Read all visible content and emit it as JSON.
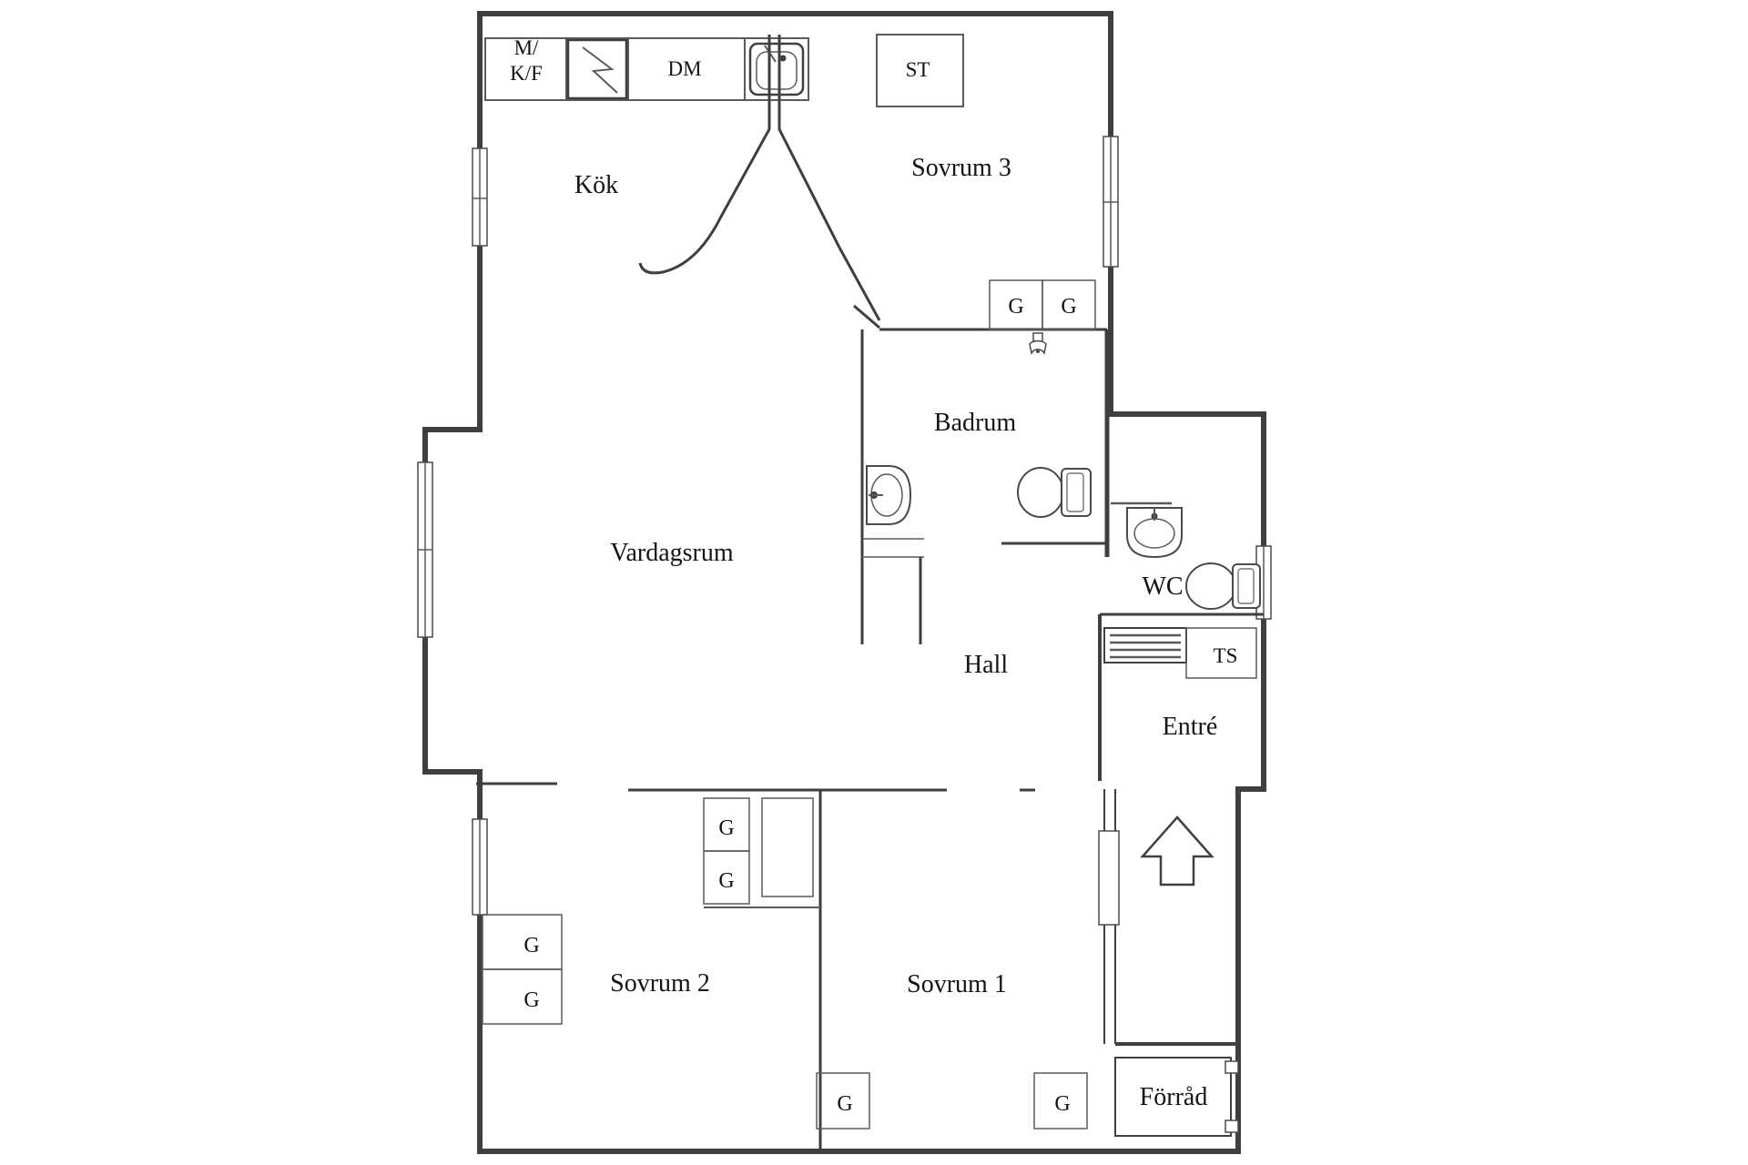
{
  "floorplan": {
    "background_color": "#ffffff",
    "wall_color": "#3f3f3f",
    "text_color": "#141414",
    "rooms": {
      "kitchen": "Kök",
      "bedroom3": "Sovrum 3",
      "bathroom": "Badrum",
      "living_room": "Vardagsrum",
      "wc": "WC",
      "hall": "Hall",
      "entry": "Entré",
      "bedroom2": "Sovrum 2",
      "bedroom1": "Sovrum 1",
      "storage": "Förråd"
    },
    "appliances": {
      "fridge_line1": "M/",
      "fridge_line2": "K/F",
      "dishwasher": "DM",
      "cleaning_closet": "ST",
      "drying_cabinet": "TS"
    },
    "wardrobes": [
      "G",
      "G",
      "G",
      "G",
      "G",
      "G",
      "G",
      "G"
    ],
    "symbols": [
      "stove-icon",
      "kitchen-sink-icon",
      "shower-icon",
      "bathroom-sink-icon",
      "bathroom-toilet-icon",
      "wc-sink-icon",
      "wc-toilet-icon",
      "drying-cabinet-icon",
      "entrance-arrow-icon",
      "window-icon",
      "door-icon"
    ]
  }
}
